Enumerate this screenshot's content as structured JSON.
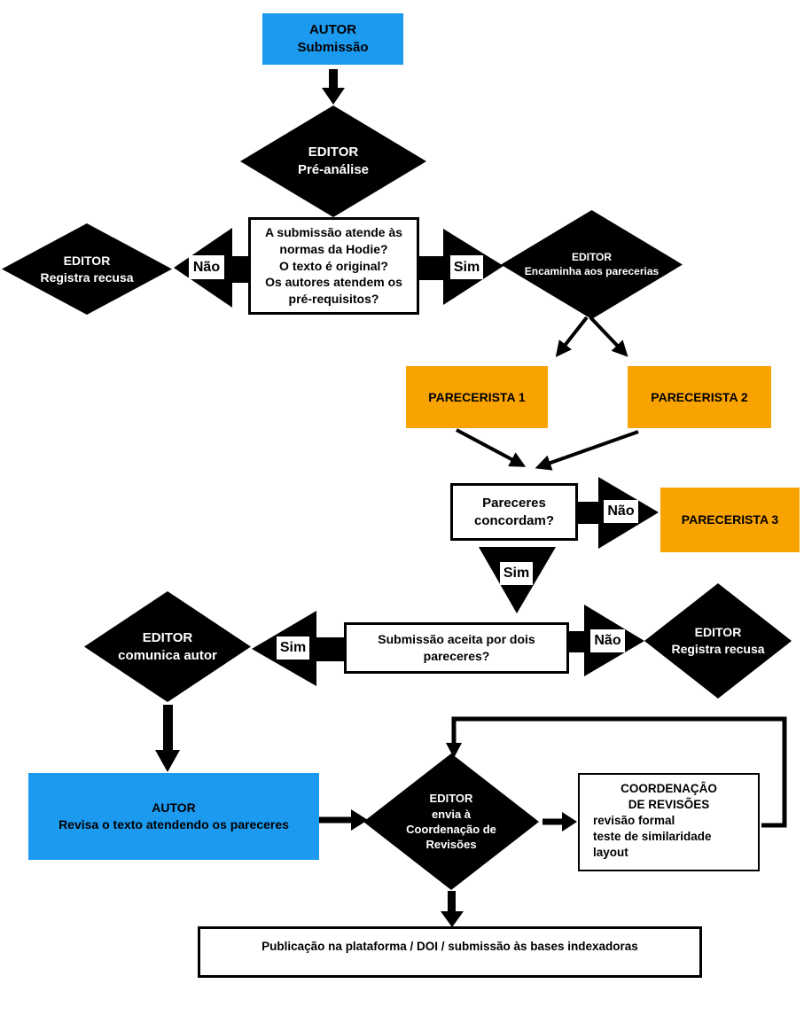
{
  "title": "Fluxo editorial da revista Hodie",
  "colors": {
    "author_blue": "#1b9af0",
    "reviewer_orange": "#f9a300",
    "editor_black": "#000000",
    "background": "#ffffff"
  },
  "labels": {
    "yes": "Sim",
    "no": "Não"
  },
  "nodes": {
    "autor_submissao": {
      "title": "AUTOR",
      "subtitle": "Submissão"
    },
    "editor_pre_analise": {
      "title": "EDITOR",
      "subtitle": "Pré-análise"
    },
    "editor_registra_recusa_1": {
      "title": "EDITOR",
      "subtitle": "Registra recusa"
    },
    "criterios": {
      "lines": [
        "A submissão atende às",
        "normas da Hodie?",
        "O texto é original?",
        "Os autores atendem os",
        "pré-requisitos?"
      ]
    },
    "editor_encaminha": {
      "title": "EDITOR",
      "subtitle": "Encaminha aos parecerias"
    },
    "parecerista_1": {
      "label": "PARECERISTA 1"
    },
    "parecerista_2": {
      "label": "PARECERISTA 2"
    },
    "pareceres_concordam": {
      "lines": [
        "Pareceres",
        "concordam?"
      ]
    },
    "parecerista_3": {
      "label": "PARECERISTA 3"
    },
    "submissao_aceita": {
      "lines": [
        "Submissão aceita por dois",
        "pareceres?"
      ]
    },
    "editor_comunica_autor": {
      "title": "EDITOR",
      "subtitle": "comunica autor"
    },
    "editor_registra_recusa_2": {
      "title": "EDITOR",
      "subtitle": "Registra recusa"
    },
    "autor_revisa": {
      "title": "AUTOR",
      "subtitle": "Revisa o texto atendendo os pareceres"
    },
    "editor_envia": {
      "lines": [
        "EDITOR",
        "envia à",
        "Coordenação de",
        "Revisões"
      ]
    },
    "coordenacao": {
      "heading": [
        "COORDENAÇÂO",
        "DE REVISÕES"
      ],
      "items": [
        "revisão formal",
        "teste de similaridade",
        "layout"
      ]
    },
    "publicacao": {
      "label": "Publicação na plataforma / DOI / submissão às bases indexadoras"
    }
  }
}
